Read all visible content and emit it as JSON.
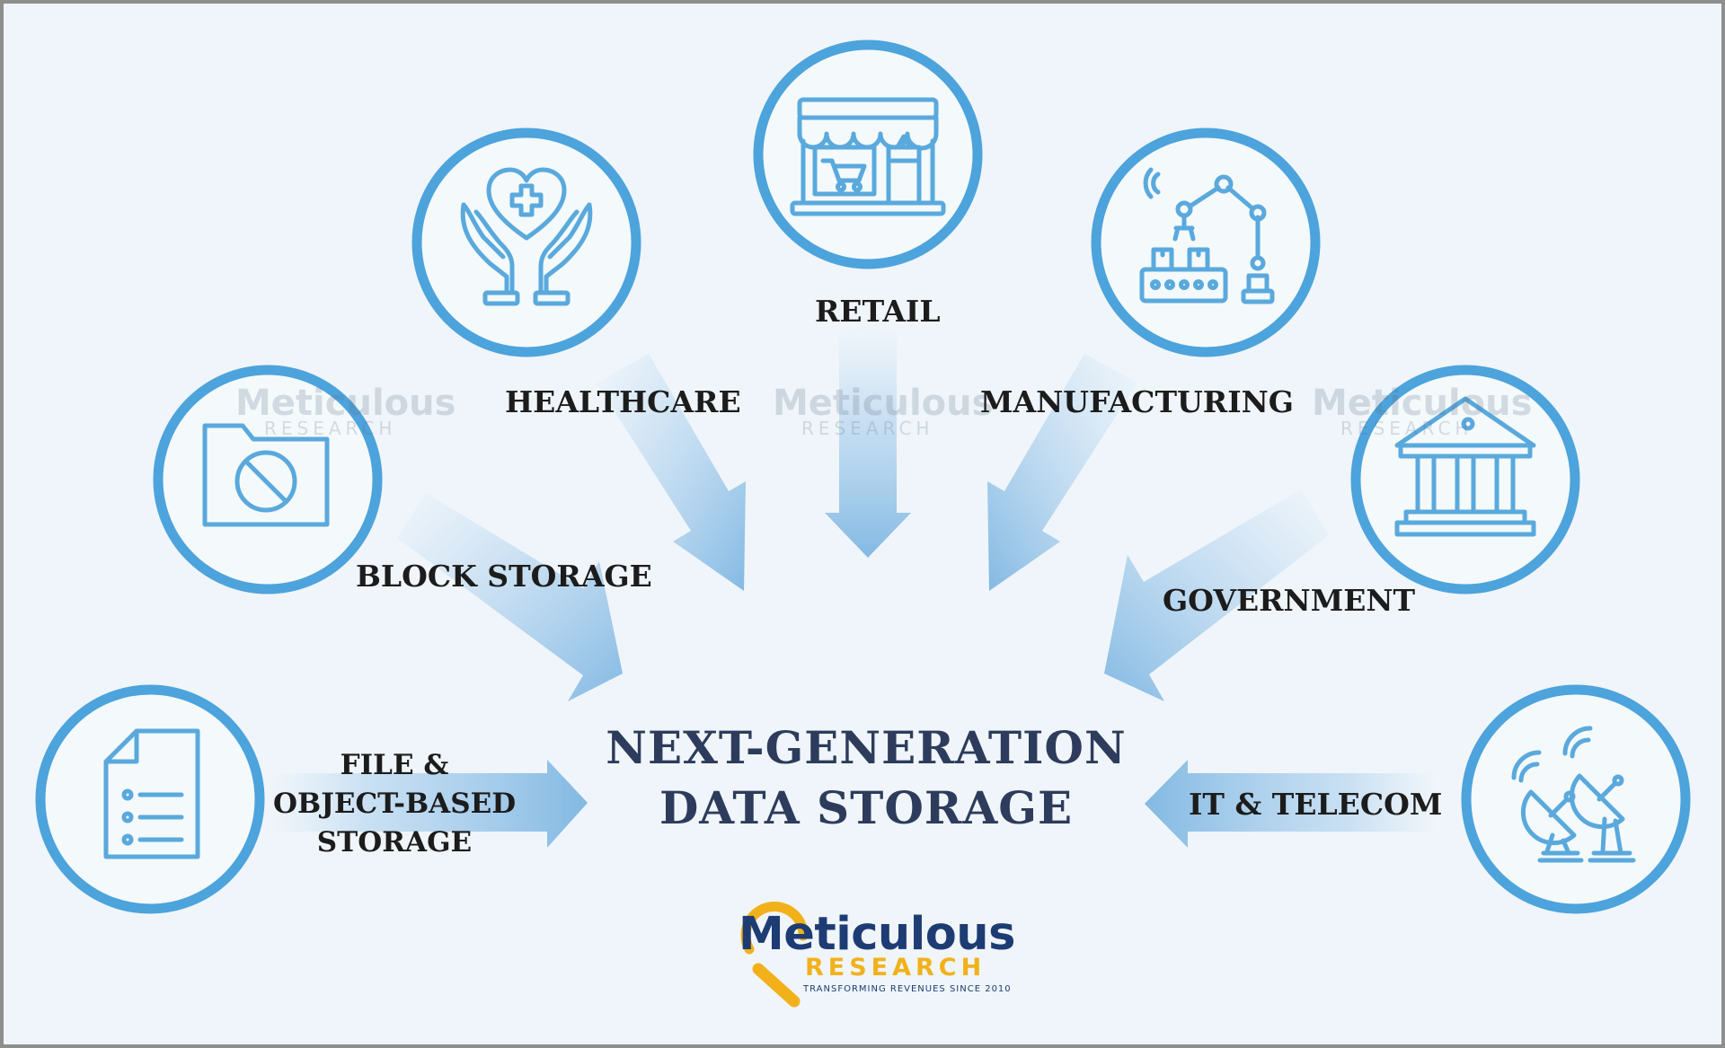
{
  "center": {
    "line1": "NEXT-GENERATION",
    "line2": "DATA STORAGE"
  },
  "segments": {
    "retail": "RETAIL",
    "healthcare": "HEALTHCARE",
    "manufacturing": "MANUFACTURING",
    "block_storage": "BLOCK STORAGE",
    "government": "GOVERNMENT",
    "file_object_line1": "FILE &",
    "file_object_line2": "OBJECT-BASED",
    "file_object_line3": "STORAGE",
    "it_telecom": "IT & TELECOM"
  },
  "icons": {
    "retail": "storefront-cart-icon",
    "healthcare": "hands-heart-cross-icon",
    "manufacturing": "robotic-arm-conveyor-icon",
    "block_storage": "folder-blocked-icon",
    "government": "government-building-icon",
    "file_object": "document-list-icon",
    "it_telecom": "satellite-dishes-icon"
  },
  "brand": {
    "name": "Meticulous",
    "sub": "RESEARCH",
    "tagline": "TRANSFORMING REVENUES SINCE 2010"
  },
  "watermark": {
    "name": "Meticulous",
    "sub": "RESEARCH"
  },
  "colors": {
    "background": "#eff5fa",
    "circle_stroke": "#4da3dc",
    "icon_stroke": "#5aa9dd",
    "arrow": "#8fc0e6",
    "title": "#2d3c5c",
    "brand_navy": "#1e3c74",
    "brand_gold": "#f2b11b"
  }
}
